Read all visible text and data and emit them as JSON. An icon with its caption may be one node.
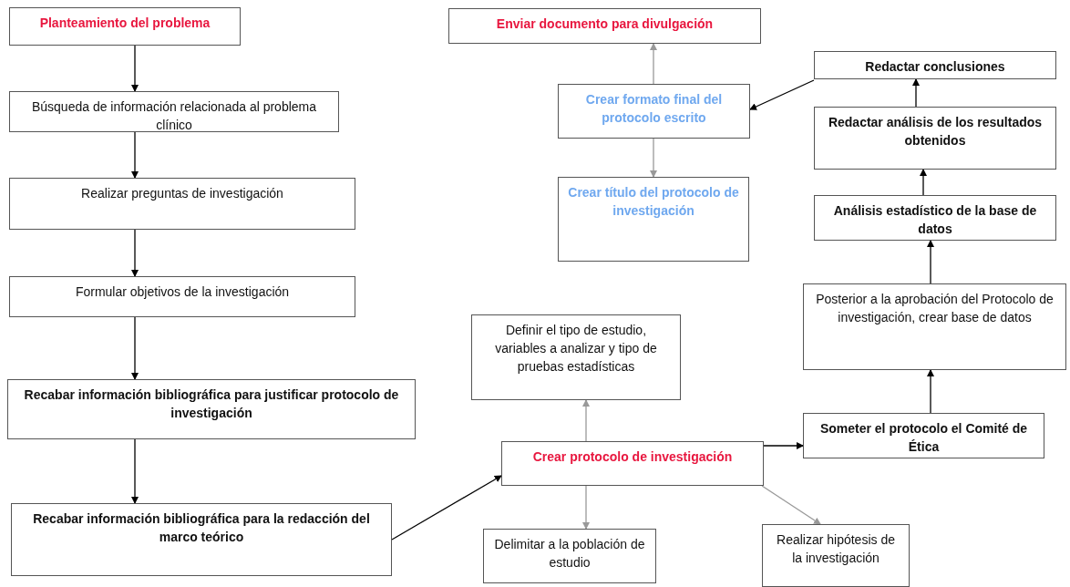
{
  "diagram": {
    "nodes": [
      {
        "text": [
          "Planteamiento del problema"
        ]
      },
      {
        "text": [
          "Búsqueda de información relacionada al problema clínico"
        ]
      },
      {
        "text": [
          "Realizar preguntas de investigación"
        ]
      },
      {
        "text": [
          "Formular objetivos de la investigación"
        ]
      },
      {
        "text": [
          "Recabar información bibliográfica para justificar protocolo de investigación"
        ]
      },
      {
        "text": [
          "Recabar información bibliográfica para la redacción del marco teórico"
        ]
      },
      {
        "text": [
          "Crear protocolo de investigación"
        ]
      },
      {
        "text": [
          "Definir el tipo de estudio, variables a analizar y tipo de pruebas estadísticas"
        ]
      },
      {
        "text": [
          "Delimitar a la población de estudio"
        ]
      },
      {
        "text": [
          "Realizar hipótesis de la investigación"
        ]
      },
      {
        "text": [
          "Someter el protocolo el Comité de Ética"
        ]
      },
      {
        "text": [
          "Posterior a la aprobación del Protocolo de investigación, crear base de datos"
        ]
      },
      {
        "text": [
          "Análisis estadístico de la base de datos"
        ]
      },
      {
        "text": [
          "Redactar análisis de los resultados obtenidos"
        ]
      },
      {
        "text": [
          "Redactar conclusiones"
        ]
      },
      {
        "text": [
          "Crear formato final del protocolo escrito"
        ]
      },
      {
        "text": [
          "Crear título del protocolo de investigación"
        ]
      },
      {
        "text": [
          "Enviar documento para divulgación"
        ]
      }
    ],
    "edges": [
      {
        "from": 0,
        "to": 1,
        "arrow": "to"
      },
      {
        "from": 1,
        "to": 2,
        "arrow": "to"
      },
      {
        "from": 2,
        "to": 3,
        "arrow": "to"
      },
      {
        "from": 3,
        "to": 4,
        "arrow": "to"
      },
      {
        "from": 4,
        "to": 5,
        "arrow": "to"
      },
      {
        "from": 5,
        "to": 6,
        "arrow": "to"
      },
      {
        "from": 6,
        "to": 7,
        "arrow": "to",
        "color": "#999999"
      },
      {
        "from": 6,
        "to": 8,
        "arrow": "to",
        "color": "#999999"
      },
      {
        "from": 6,
        "to": 9,
        "arrow": "to",
        "color": "#999999"
      },
      {
        "from": 6,
        "to": 10,
        "arrow": "to"
      },
      {
        "from": 10,
        "to": 11,
        "arrow": "to"
      },
      {
        "from": 11,
        "to": 12,
        "arrow": "to"
      },
      {
        "from": 12,
        "to": 13,
        "arrow": "to"
      },
      {
        "from": 13,
        "to": 14,
        "arrow": "to"
      },
      {
        "from": 14,
        "to": 15,
        "arrow": "to"
      },
      {
        "from": 15,
        "to": 17,
        "arrow": "to",
        "color": "#999999"
      },
      {
        "from": 15,
        "to": 16,
        "arrow": "to",
        "color": "#999999"
      }
    ]
  }
}
